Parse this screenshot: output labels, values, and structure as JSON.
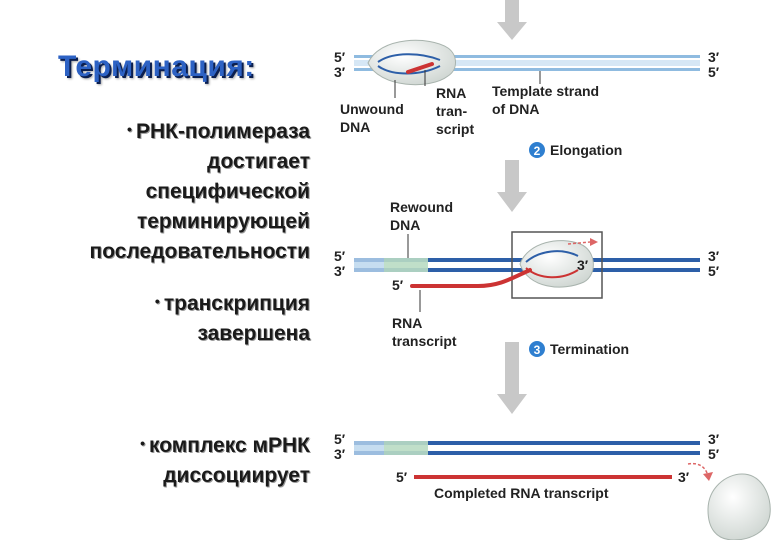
{
  "slide": {
    "title": "Терминация:",
    "bullets": [
      [
        "РНК-полимераза",
        "достигает",
        "специфической",
        "терминирующей",
        "последовательности"
      ],
      [
        "транскрипция",
        "завершена"
      ],
      [
        "комплекс мРНК",
        "диссоциирует"
      ]
    ]
  },
  "diagram": {
    "ends": {
      "five": "5′",
      "three": "3′"
    },
    "panel1": {
      "unwound": [
        "Unwound",
        "DNA"
      ],
      "rna": [
        "RNA",
        "tran-",
        "script"
      ],
      "template": [
        "Template strand",
        "of DNA"
      ]
    },
    "step2": {
      "number": "2",
      "label": "Elongation"
    },
    "panel2": {
      "rewound": [
        "Rewound",
        "DNA"
      ],
      "rna": [
        "RNA",
        "transcript"
      ]
    },
    "step3": {
      "number": "3",
      "label": "Termination"
    },
    "panel3": {
      "completed": "Completed RNA transcript"
    },
    "colors": {
      "dna_dark": "#2d5fa8",
      "dna_light": "#7fb2dc",
      "rna": "#cc3333",
      "step_badge": "#2f7fd0"
    }
  }
}
